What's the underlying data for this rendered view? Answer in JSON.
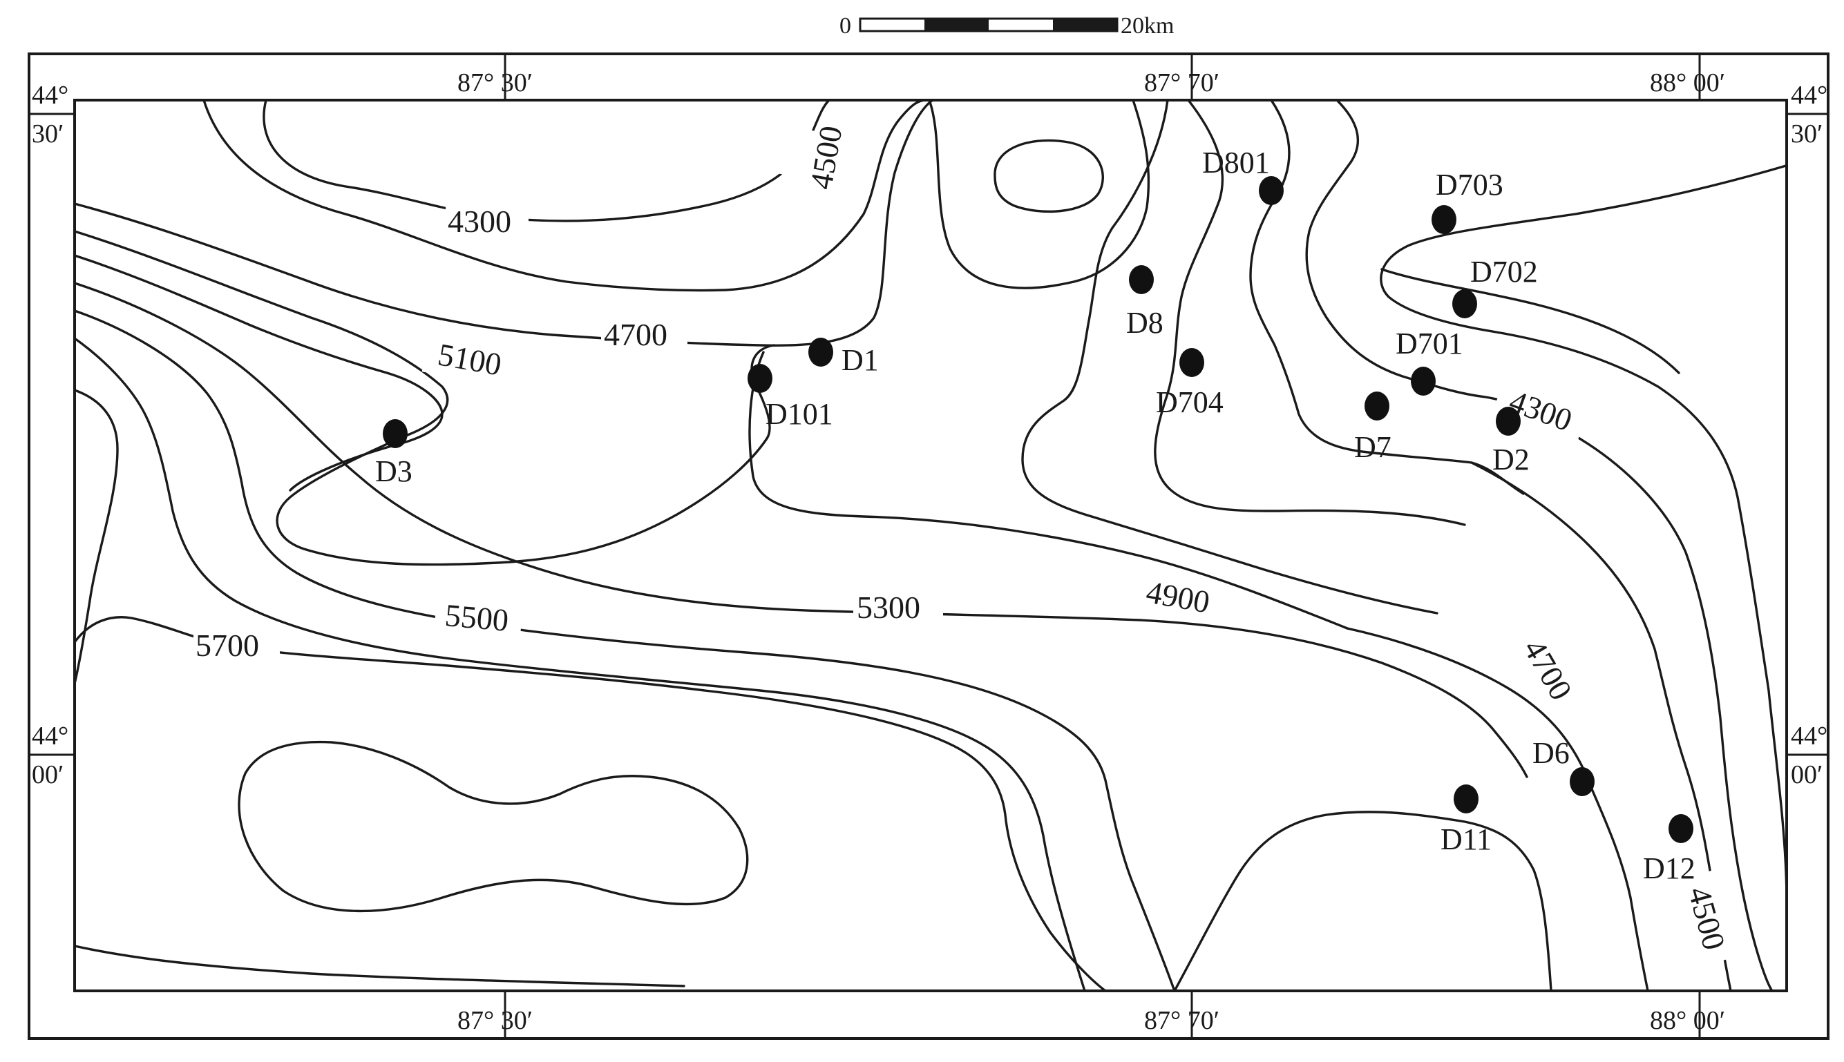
{
  "scale_bar": {
    "start_label": "0",
    "end_label": "20km"
  },
  "coords": {
    "top_lon": [
      "87° 30′",
      "87° 70′",
      "88° 00′"
    ],
    "bottom_lon": [
      "87° 30′",
      "87° 70′",
      "88° 00′"
    ],
    "left_lat": [
      [
        "44°",
        "30′"
      ],
      [
        "44°",
        "00′"
      ]
    ],
    "right_lat": [
      [
        "44°",
        "30′"
      ],
      [
        "44°",
        "00′"
      ]
    ]
  },
  "contour_labels": [
    "4300",
    "4500",
    "4700",
    "5100",
    "5300",
    "5500",
    "5700",
    "4900",
    "4300",
    "4700",
    "4500"
  ],
  "wells": [
    {
      "name": "D801"
    },
    {
      "name": "D703"
    },
    {
      "name": "D702"
    },
    {
      "name": "D8"
    },
    {
      "name": "D1"
    },
    {
      "name": "D101"
    },
    {
      "name": "D704"
    },
    {
      "name": "D701"
    },
    {
      "name": "D7"
    },
    {
      "name": "D2"
    },
    {
      "name": "D3"
    },
    {
      "name": "D6"
    },
    {
      "name": "D11"
    },
    {
      "name": "D12"
    }
  ]
}
